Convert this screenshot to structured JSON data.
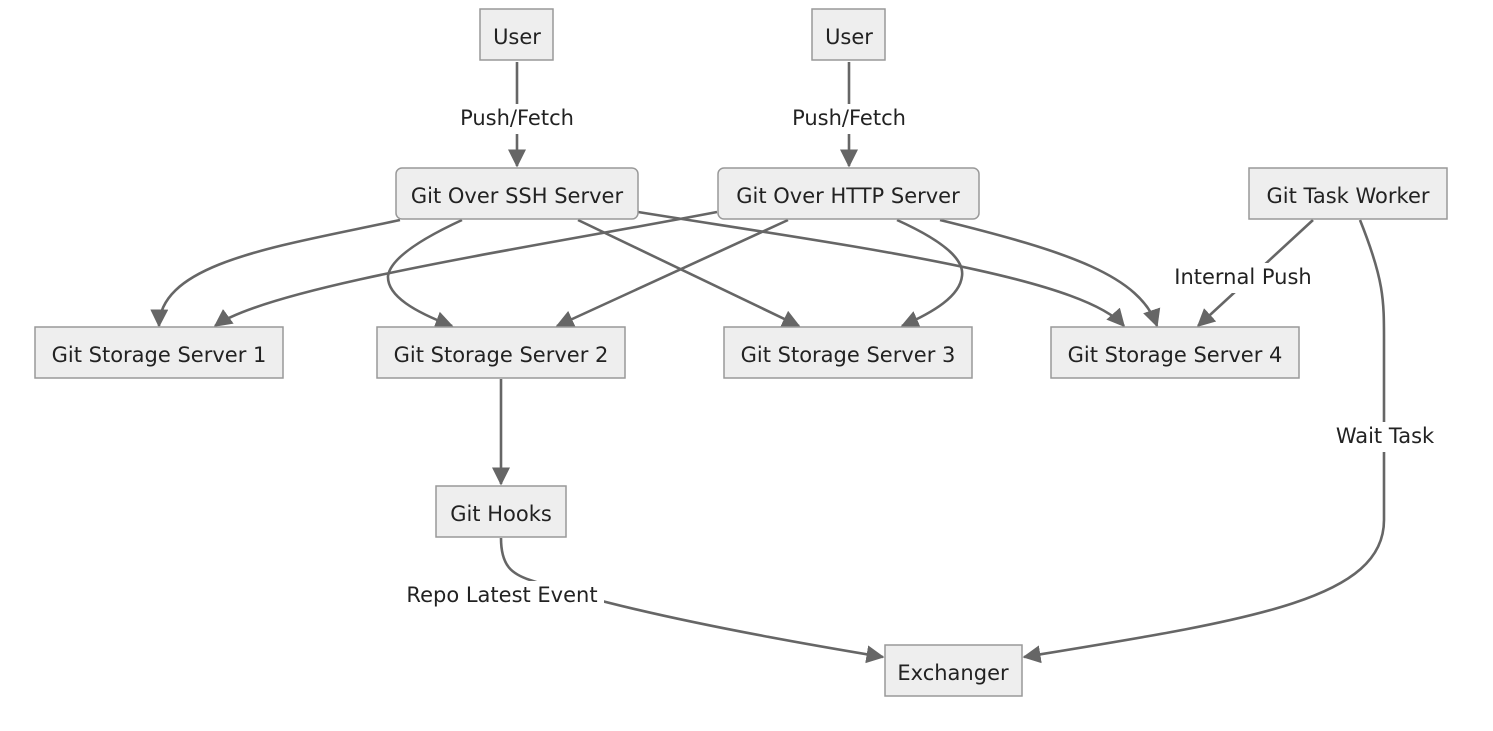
{
  "diagram": {
    "nodes": {
      "user_ssh": "User",
      "user_http": "User",
      "ssh_server": "Git Over SSH Server",
      "http_server": "Git Over HTTP Server",
      "task_worker": "Git Task Worker",
      "storage_1": "Git Storage Server 1",
      "storage_2": "Git Storage Server 2",
      "storage_3": "Git Storage Server 3",
      "storage_4": "Git Storage Server 4",
      "git_hooks": "Git Hooks",
      "exchanger": "Exchanger"
    },
    "edge_labels": {
      "user_ssh_to_ssh": "Push/Fetch",
      "user_http_to_http": "Push/Fetch",
      "worker_to_storage4": "Internal Push",
      "worker_to_exchanger": "Wait Task",
      "hooks_to_exchanger": "Repo Latest Event"
    },
    "colors": {
      "node_fill": "#eeeeee",
      "node_stroke": "#999999",
      "edge": "#666666",
      "text": "#222222"
    }
  }
}
